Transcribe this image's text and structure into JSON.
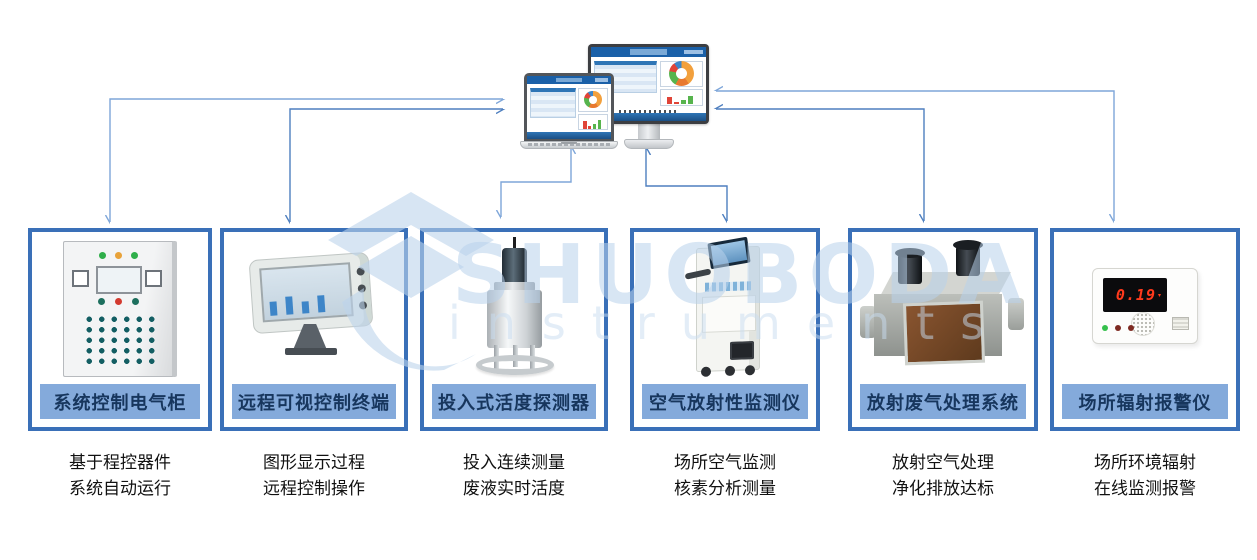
{
  "watermark": {
    "brand": "SHUOBODA",
    "sub": "instruments"
  },
  "devices": [
    {
      "label": "系统控制电气柜",
      "desc": [
        "基于程控器件",
        "系统自动运行"
      ]
    },
    {
      "label": "远程可视控制终端",
      "desc": [
        "图形显示过程",
        "远程控制操作"
      ]
    },
    {
      "label": "投入式活度探测器",
      "desc": [
        "投入连续测量",
        "废液实时活度"
      ]
    },
    {
      "label": "空气放射性监测仪",
      "desc": [
        "场所空气监测",
        "核素分析测量"
      ]
    },
    {
      "label": "放射废气处理系统",
      "desc": [
        "放射空气处理",
        "净化排放达标"
      ]
    },
    {
      "label": "场所辐射报警仪",
      "desc": [
        "场所环境辐射",
        "在线监测报警"
      ],
      "display": "0.19"
    }
  ],
  "colors": {
    "card_border": "#3a70b8",
    "banner_bg": "#84aadb",
    "banner_text": "#17365d",
    "arrow_light": "#7ea6d9",
    "arrow_dark": "#4e7fbf"
  }
}
